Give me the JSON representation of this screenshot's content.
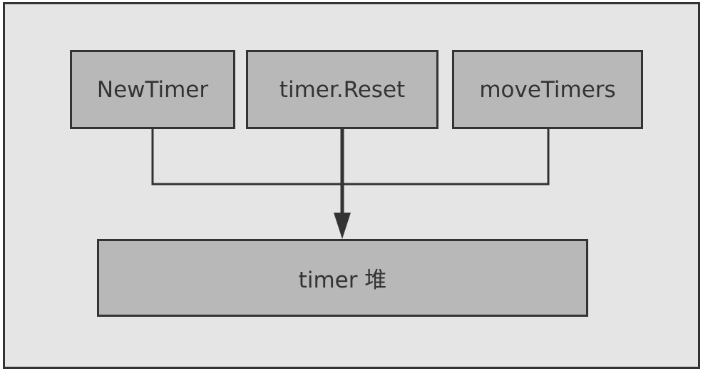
{
  "diagram": {
    "nodes": {
      "new_timer": "NewTimer",
      "timer_reset": "timer.Reset",
      "move_timers": "moveTimers",
      "timer_heap": "timer 堆"
    },
    "edges": [
      {
        "from": "NewTimer",
        "to": "timer 堆"
      },
      {
        "from": "timer.Reset",
        "to": "timer 堆"
      },
      {
        "from": "moveTimers",
        "to": "timer 堆"
      }
    ],
    "colors": {
      "background": "#e5e5e5",
      "node_fill": "#b8b8b8",
      "stroke": "#333333",
      "text": "#333333"
    }
  }
}
